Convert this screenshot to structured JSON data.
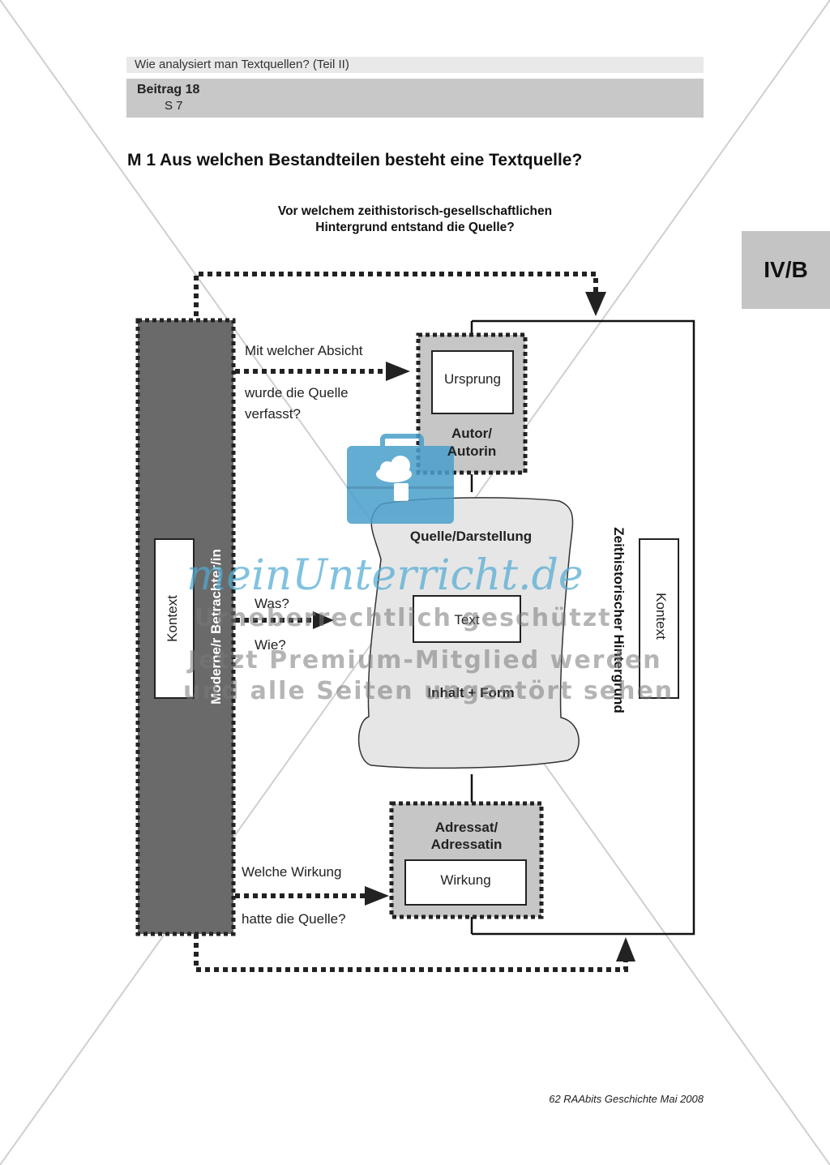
{
  "header": {
    "title": "Wie analysiert man Textquellen? (Teil II)",
    "beitrag": "Beitrag 18",
    "seite": "S 7"
  },
  "tab_label": "IV/B",
  "heading": "M 1  Aus welchen Bestandteilen besteht eine Textquelle?",
  "question": {
    "line1": "Vor welchem zeithistorisch-gesellschaftlichen",
    "line2": "Hintergrund entstand die Quelle?"
  },
  "diagram": {
    "left_bar_label": "Moderne/r Betrachter/in",
    "left_context": "Kontext",
    "right_context": "Kontext",
    "right_vertical_label": "Zeithistorischer Hintergrund",
    "q_absicht_1": "Mit welcher Absicht",
    "q_absicht_2": "wurde die Quelle",
    "q_absicht_3": "verfasst?",
    "q_was": "Was?",
    "q_wie": "Wie?",
    "q_wirkung_1": "Welche Wirkung",
    "q_wirkung_2": "hatte die Quelle?",
    "ursprung": "Ursprung",
    "autor_1": "Autor/",
    "autor_2": "Autorin",
    "quelle": "Quelle/Darstellung",
    "text": "Text",
    "inhalt": "Inhalt + Form",
    "adressat_1": "Adressat/",
    "adressat_2": "Adressatin",
    "wirkung": "Wirkung"
  },
  "watermark": {
    "brand": "meinUnterricht.de",
    "line1": "Urheberrechtlich geschützt",
    "line2": "Jetzt Premium-Mitglied werden",
    "line3": "und alle Seiten ungestört sehen"
  },
  "footer": "62 RAAbits Geschichte Mai 2008",
  "colors": {
    "dark_bar": "#6a6a6a",
    "gray_box": "#c6c6c6",
    "scroll": "#e6e6e6",
    "watermark_blue": "#4a9fcb"
  }
}
